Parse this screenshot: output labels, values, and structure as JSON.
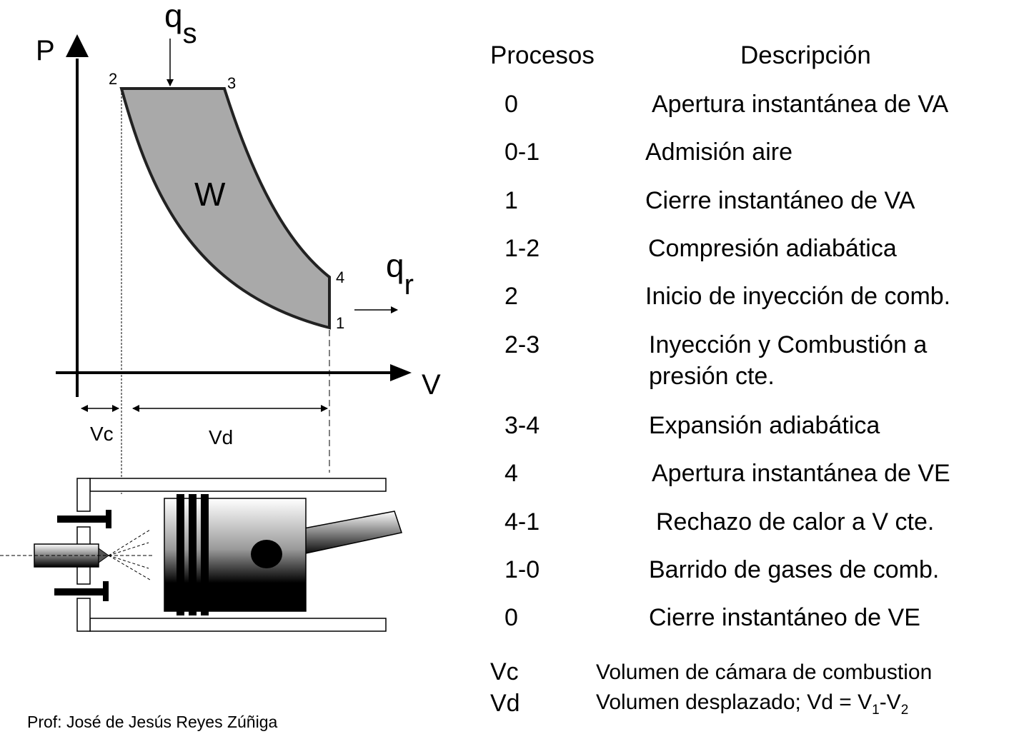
{
  "diagram": {
    "axis_p": "P",
    "axis_v": "V",
    "heat_in": {
      "base": "q",
      "sub": "s"
    },
    "heat_out": {
      "base": "q",
      "sub": "r"
    },
    "work_label": "W",
    "points": [
      "1",
      "2",
      "3",
      "4"
    ],
    "vc_label": "Vc",
    "vd_label": "Vd",
    "colors": {
      "work_area": "#a9a9a9",
      "stroke": "#222222"
    }
  },
  "table": {
    "header_process": "Procesos",
    "header_description": "Descripción",
    "rows": [
      {
        "process": "0",
        "description": "Apertura instantánea de VA"
      },
      {
        "process": "0-1",
        "description": "Admisión aire"
      },
      {
        "process": "1",
        "description": "Cierre instantáneo de VA"
      },
      {
        "process": "1-2",
        "description": "Compresión adiabática"
      },
      {
        "process": "2",
        "description": "Inicio de inyección de comb."
      },
      {
        "process": "2-3",
        "description": "Inyección y Combustión a",
        "description_line2": "presión cte."
      },
      {
        "process": "3-4",
        "description": "Expansión adiabática"
      },
      {
        "process": "4",
        "description": "Apertura instantánea de VE"
      },
      {
        "process": "4-1",
        "description": "Rechazo de calor a V cte."
      },
      {
        "process": "1-0",
        "description": "Barrido de gases de comb."
      },
      {
        "process": "0",
        "description": "Cierre instantáneo de VE"
      }
    ]
  },
  "legend": {
    "vc_key": "Vc",
    "vc_text": "Volumen de cámara de combustion",
    "vd_key": "Vd",
    "vd_text_prefix": "Volumen desplazado; Vd = V",
    "vd_sub1": "1",
    "vd_dash": "-V",
    "vd_sub2": "2"
  },
  "credit": "Prof: José de Jesús Reyes Zúñiga"
}
